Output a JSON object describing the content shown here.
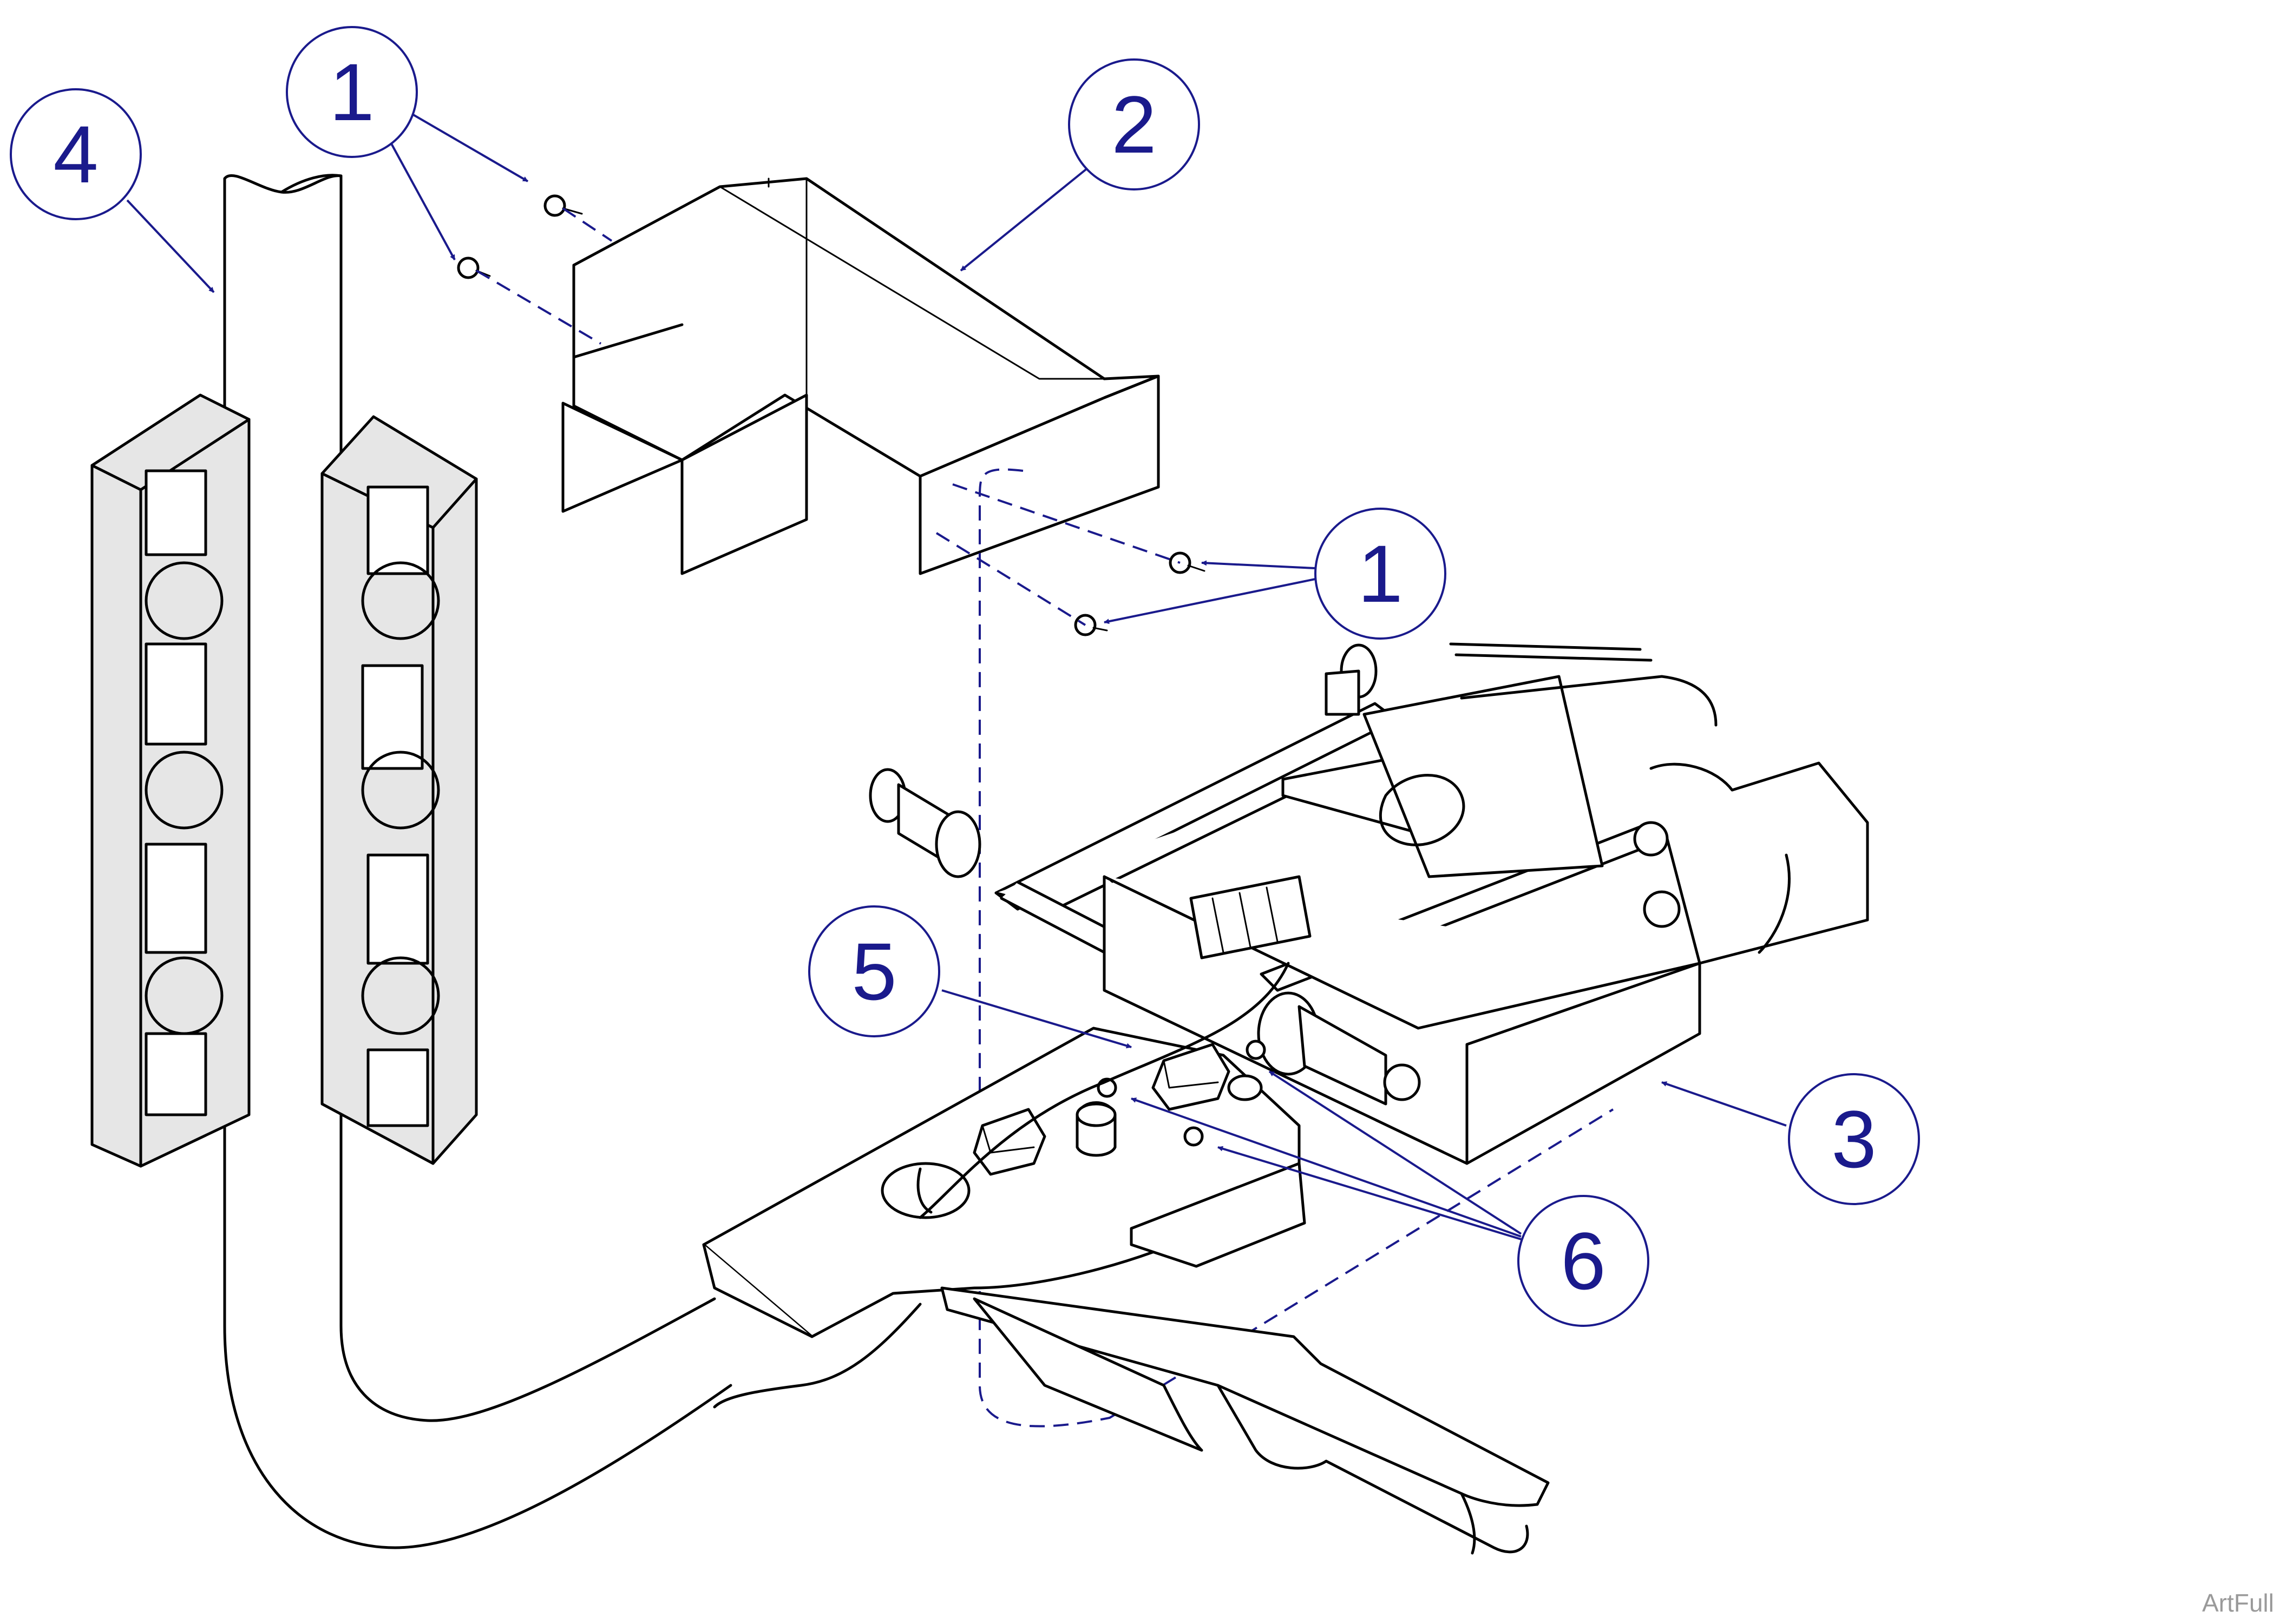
{
  "diagram": {
    "ink_color": "#000000",
    "callout_color": "#1a1a8c",
    "bracket_fill": "#e6e6e6",
    "callouts": [
      {
        "id": "1a",
        "label": "1"
      },
      {
        "id": "2",
        "label": "2"
      },
      {
        "id": "4",
        "label": "4"
      },
      {
        "id": "1b",
        "label": "1"
      },
      {
        "id": "5",
        "label": "5"
      },
      {
        "id": "3",
        "label": "3"
      },
      {
        "id": "6",
        "label": "6"
      }
    ]
  },
  "footer": {
    "art_label": "ArtFull"
  }
}
